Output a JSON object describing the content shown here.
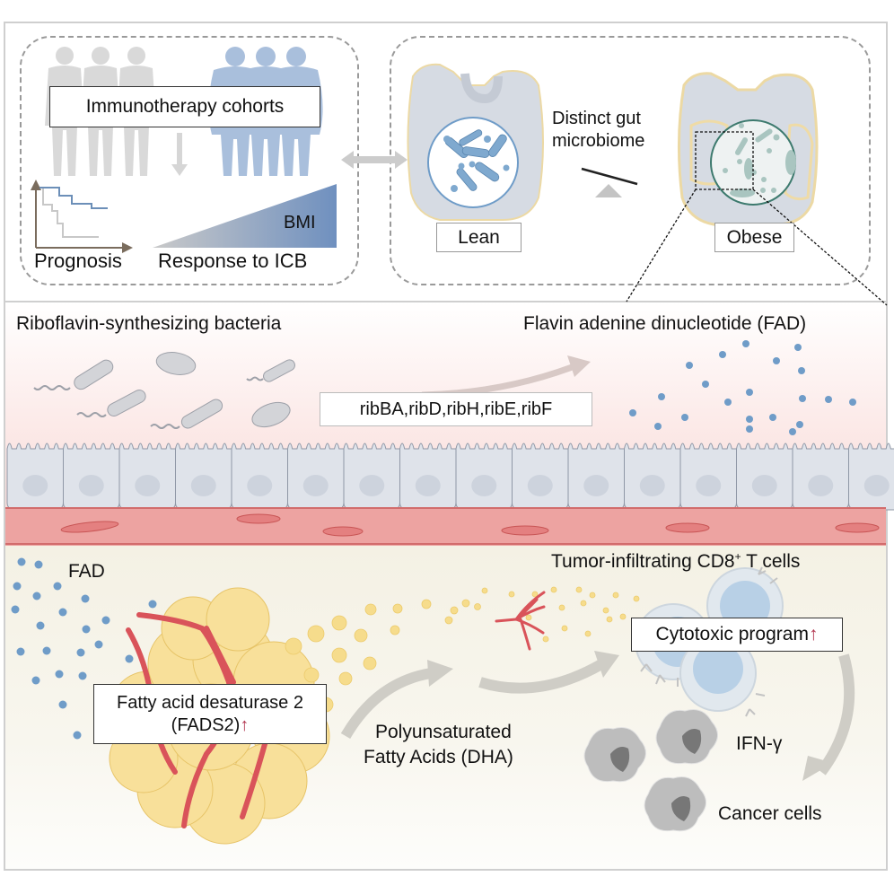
{
  "panel_top_left": {
    "cohort_label": "Immunotherapy cohorts",
    "prognosis_label": "Prognosis",
    "response_label": "Response to ICB",
    "bmi_label": "BMI"
  },
  "panel_top_right": {
    "microbiome_label_line1": "Distinct gut",
    "microbiome_label_line2": "microbiome",
    "lean_label": "Lean",
    "obese_label": "Obese"
  },
  "gut_section": {
    "bacteria_label": "Riboflavin-synthesizing bacteria",
    "fad_title": "Flavin adenine dinucleotide (FAD)",
    "genes_label": "ribBA,ribD,ribH,ribE,ribF"
  },
  "tumor_section": {
    "fad_label": "FAD",
    "fads2_line1": "Fatty acid desaturase 2",
    "fads2_line2": "(FADS2)",
    "up_arrow": "↑",
    "pufa_line1": "Polyunsaturated",
    "pufa_line2": "Fatty Acids (DHA)",
    "tcell_label_main": "Tumor-infiltrating CD8",
    "tcell_label_sup": "+",
    "tcell_label_tail": " T cells",
    "cytotoxic_label": "Cytotoxic program",
    "ifn_label": "IFN-γ",
    "cancer_label": "Cancer cells"
  },
  "colors": {
    "fad_dot": "#6f9cc8",
    "fat_yellow": "#f6dc8c",
    "vessel_red": "#d9535a",
    "obese_blue": "#7d9cc6",
    "up_arrow": "#b2354f",
    "grey_arrow": "#c9c9c9"
  }
}
